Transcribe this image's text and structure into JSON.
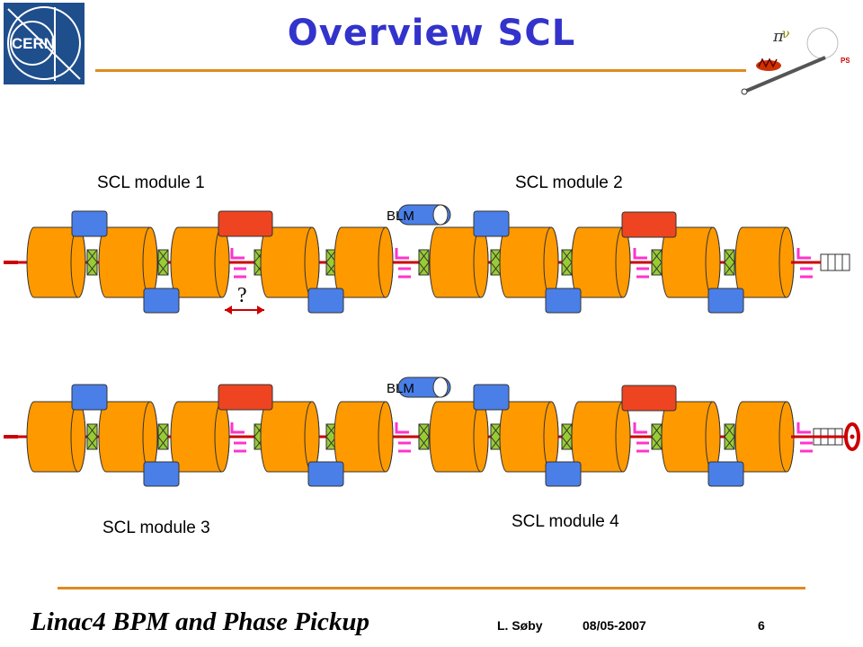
{
  "header": {
    "title": "Overview SCL",
    "logo_text": "CERN",
    "ps_logo_text": "PS"
  },
  "modules": [
    {
      "label": "SCL module 1"
    },
    {
      "label": "SCL module 2"
    },
    {
      "label": "SCL module 3"
    },
    {
      "label": "SCL module 4"
    }
  ],
  "diagram": {
    "blm_label": "BLM",
    "gap_label": "?",
    "colors": {
      "cavity": "#ff9900",
      "quadrupole": "#4a7fe8",
      "pickup": "#ee4422",
      "beamline": "#cc0000",
      "bellows": "#99cc33",
      "bpm_marker": "#ff33cc"
    }
  },
  "footer": {
    "title": "Linac4 BPM and Phase Pickup",
    "author": "L. Søby",
    "date": "08/05-2007",
    "page": "6"
  }
}
